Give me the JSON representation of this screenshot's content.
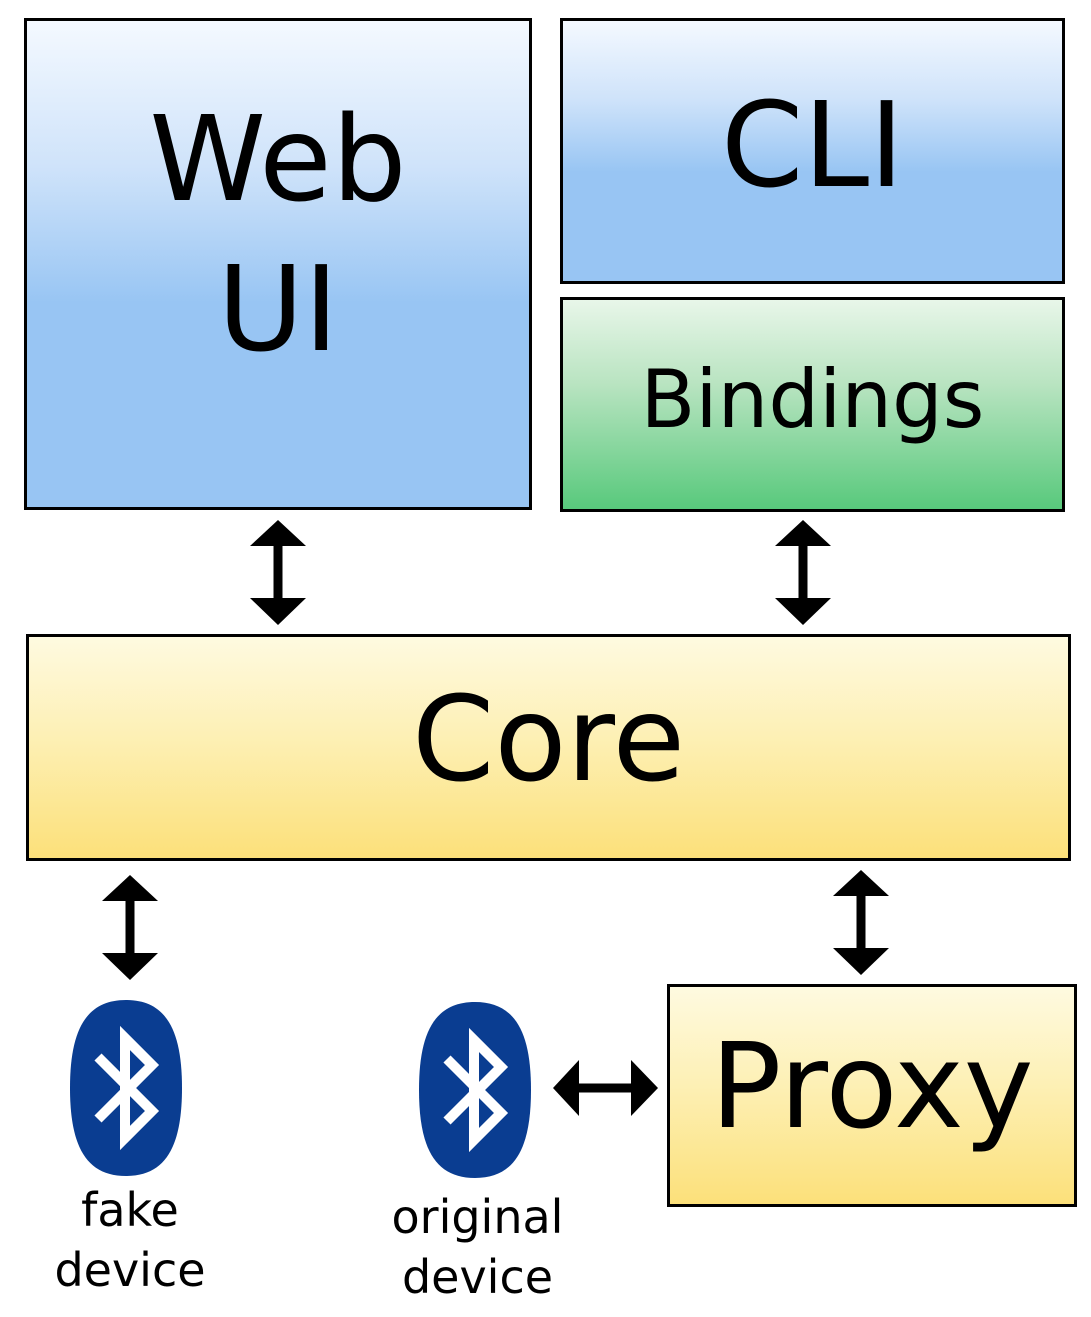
{
  "blocks": {
    "web_ui": "Web\nUI",
    "cli": "CLI",
    "bindings": "Bindings",
    "core": "Core",
    "proxy": "Proxy"
  },
  "devices": {
    "fake": {
      "line1": "fake",
      "line2": "device",
      "icon": "bluetooth-icon"
    },
    "original": {
      "line1": "original",
      "line2": "device",
      "icon": "bluetooth-icon"
    }
  },
  "colors": {
    "ui_blue": "#98c5f3",
    "bindings_green": "#58c97c",
    "core_yellow": "#fce07a",
    "bluetooth_blue": "#0a3d91"
  }
}
